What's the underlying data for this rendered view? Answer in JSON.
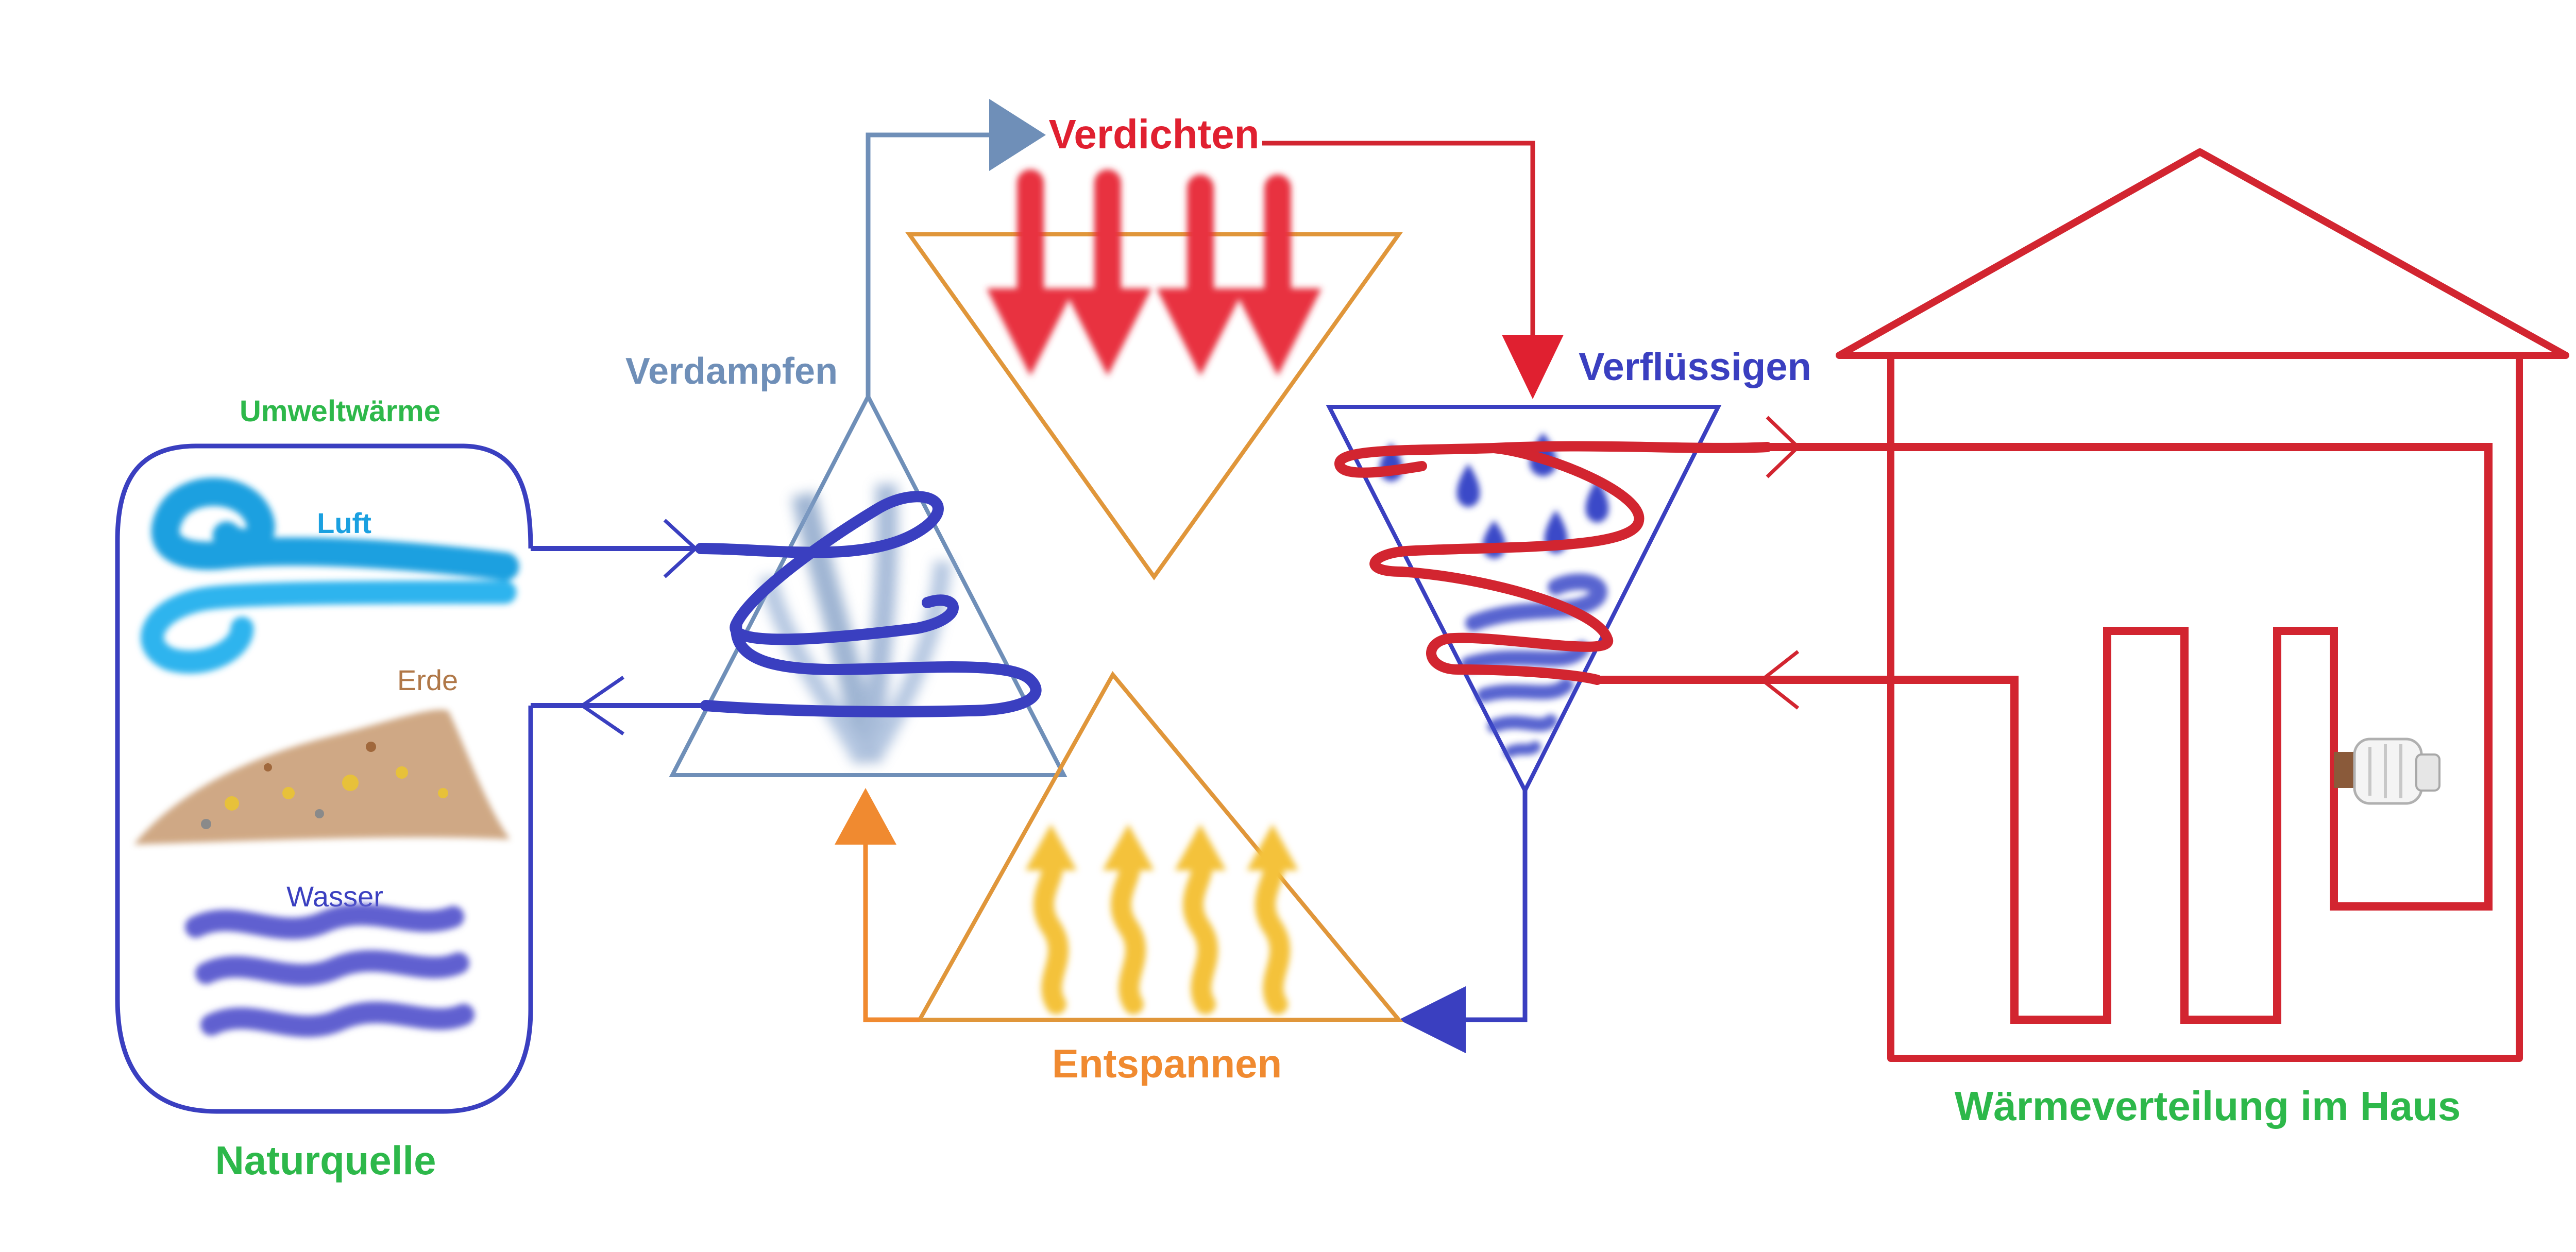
{
  "labels": {
    "umweltwaerme": "Umweltwärme",
    "luft": "Luft",
    "erde": "Erde",
    "wasser": "Wasser",
    "naturquelle": "Naturquelle",
    "verdampfen": "Verdampfen",
    "verdichten": "Verdichten",
    "verfluessigen": "Verflüssigen",
    "entspannen": "Entspannen",
    "waermeverteilung": "Wärmeverteilung im Haus"
  },
  "colors": {
    "green": "#2db84a",
    "luft": "#1aa0e0",
    "erde": "#b07848",
    "wasser": "#3a3fc0",
    "verdampfen": "#6f8fb8",
    "verdichten": "#e02030",
    "verfluessigen": "#3a3fc0",
    "entspannen": "#f08a30",
    "house": "#d22530",
    "pipe_cold": "#3a3fc0",
    "pipe_hot": "#d22530",
    "pipe_steel": "#6f8fb8",
    "pipe_orange": "#f08a30"
  },
  "icons": {
    "evaporator": "evaporator-triangle-icon",
    "compressor": "compressor-triangle-icon",
    "condenser": "condenser-triangle-icon",
    "expansion": "expansion-triangle-icon",
    "house": "house-icon",
    "radiator": "radiator-thermostat-icon"
  }
}
